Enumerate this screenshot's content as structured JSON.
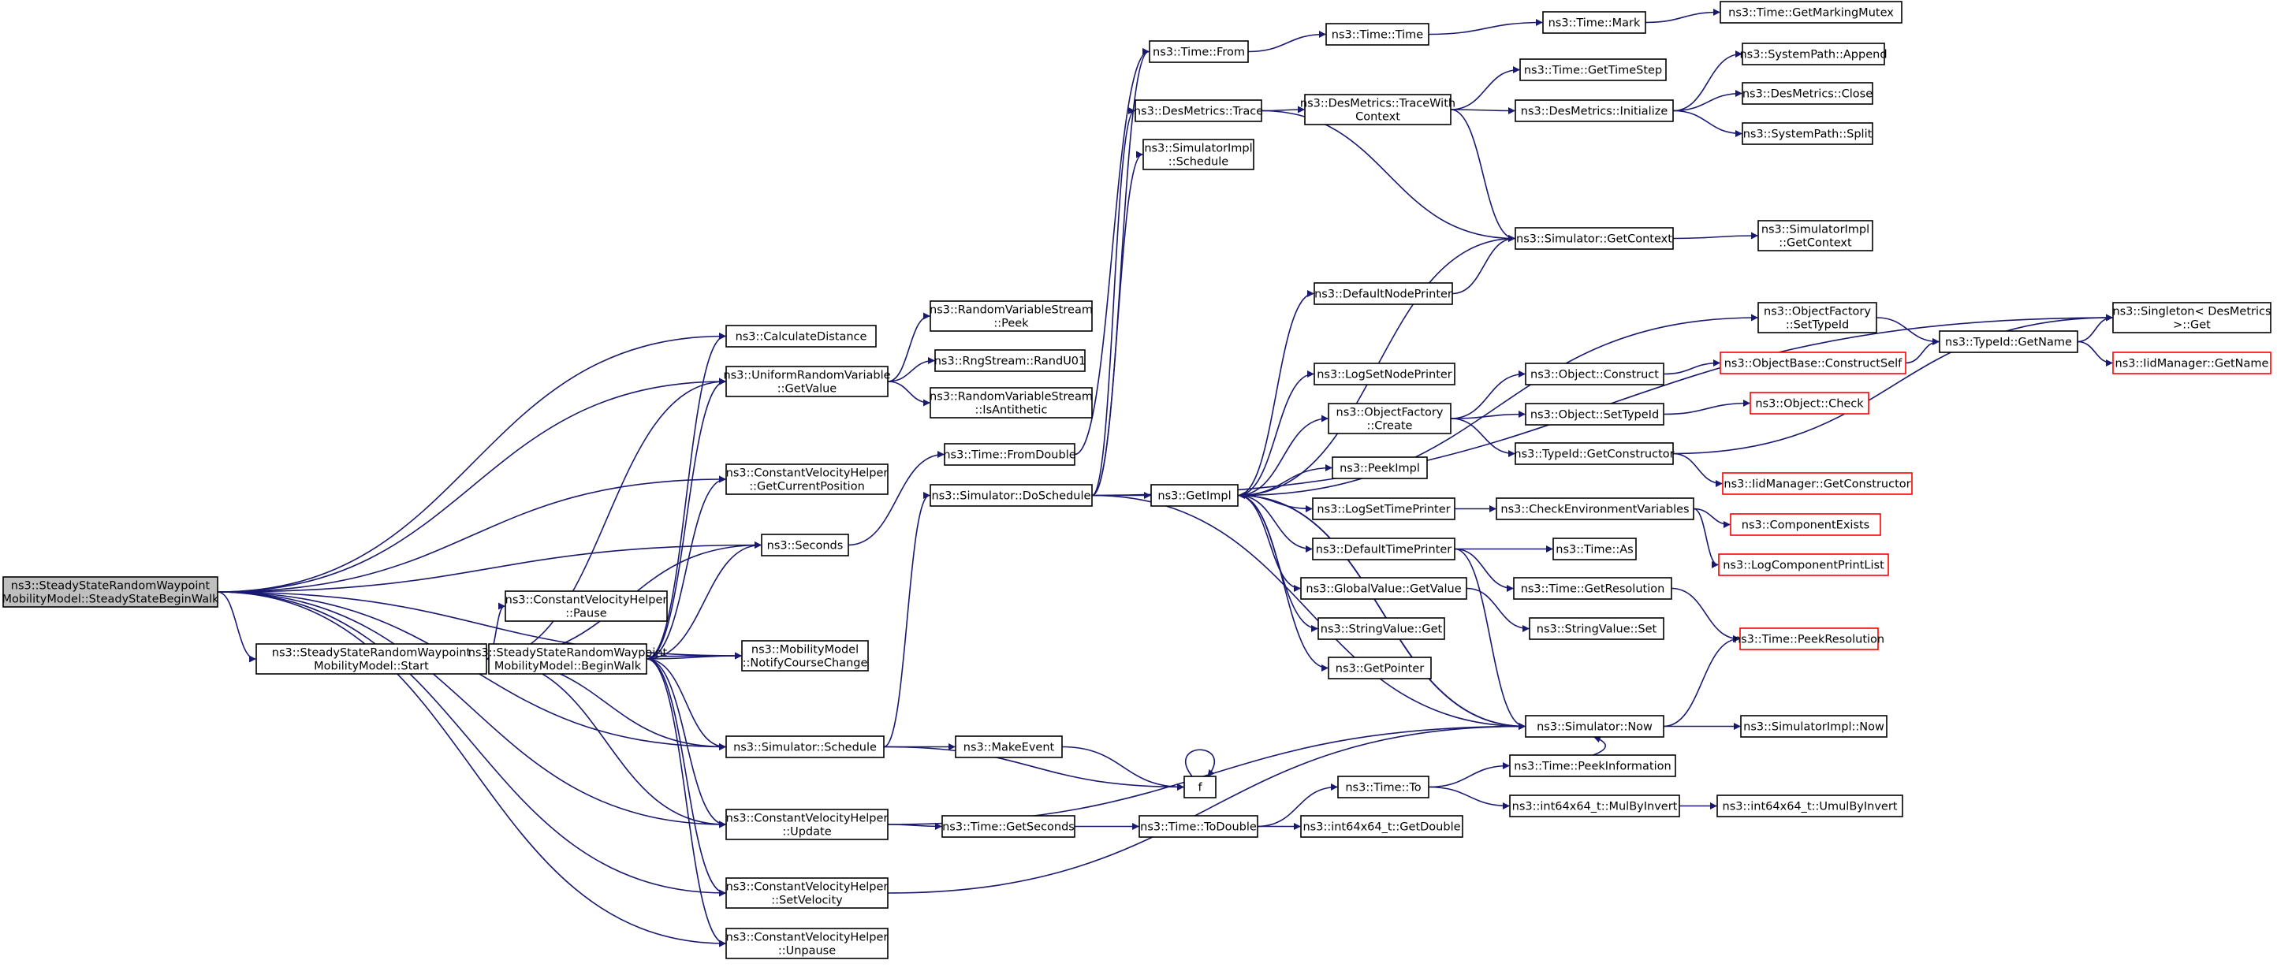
{
  "colors": {
    "edge": "#191970",
    "node_border": "#000000",
    "node_border_unresolved": "#ff0000",
    "node_fill": "#ffffff",
    "focus_fill": "#bfbfbf"
  },
  "nodes": [
    {
      "id": "root",
      "lines": [
        "ns3::SteadyStateRandomWaypoint",
        "MobilityModel::SteadyStateBeginWalk"
      ],
      "kind": "focus"
    },
    {
      "id": "start",
      "lines": [
        "ns3::SteadyStateRandomWaypoint",
        "MobilityModel::Start"
      ],
      "kind": "normal"
    },
    {
      "id": "beginwalk",
      "lines": [
        "ns3::SteadyStateRandomWaypoint",
        "MobilityModel::BeginWalk"
      ],
      "kind": "normal"
    },
    {
      "id": "calcdist",
      "lines": [
        "ns3::CalculateDistance"
      ],
      "kind": "normal"
    },
    {
      "id": "urvget",
      "lines": [
        "ns3::UniformRandomVariable",
        "::GetValue"
      ],
      "kind": "normal"
    },
    {
      "id": "cvhgetpos",
      "lines": [
        "ns3::ConstantVelocityHelper",
        "::GetCurrentPosition"
      ],
      "kind": "normal"
    },
    {
      "id": "seconds",
      "lines": [
        "ns3::Seconds"
      ],
      "kind": "normal"
    },
    {
      "id": "cvhpause",
      "lines": [
        "ns3::ConstantVelocityHelper",
        "::Pause"
      ],
      "kind": "normal"
    },
    {
      "id": "mmnotify",
      "lines": [
        "ns3::MobilityModel",
        "::NotifyCourseChange"
      ],
      "kind": "normal"
    },
    {
      "id": "simschedule",
      "lines": [
        "ns3::Simulator::Schedule"
      ],
      "kind": "normal"
    },
    {
      "id": "cvhupdate",
      "lines": [
        "ns3::ConstantVelocityHelper",
        "::Update"
      ],
      "kind": "normal"
    },
    {
      "id": "cvhsetvel",
      "lines": [
        "ns3::ConstantVelocityHelper",
        "::SetVelocity"
      ],
      "kind": "normal"
    },
    {
      "id": "cvhunpause",
      "lines": [
        "ns3::ConstantVelocityHelper",
        "::Unpause"
      ],
      "kind": "normal"
    },
    {
      "id": "rvspeek",
      "lines": [
        "ns3::RandomVariableStream",
        "::Peek"
      ],
      "kind": "normal"
    },
    {
      "id": "randu01",
      "lines": [
        "ns3::RngStream::RandU01"
      ],
      "kind": "normal"
    },
    {
      "id": "rvsanti",
      "lines": [
        "ns3::RandomVariableStream",
        "::IsAntithetic"
      ],
      "kind": "normal"
    },
    {
      "id": "timefromdouble",
      "lines": [
        "ns3::Time::FromDouble"
      ],
      "kind": "normal"
    },
    {
      "id": "simdoschedule",
      "lines": [
        "ns3::Simulator::DoSchedule"
      ],
      "kind": "normal"
    },
    {
      "id": "makeevent",
      "lines": [
        "ns3::MakeEvent"
      ],
      "kind": "normal"
    },
    {
      "id": "f",
      "lines": [
        "f"
      ],
      "kind": "normal"
    },
    {
      "id": "timegetseconds",
      "lines": [
        "ns3::Time::GetSeconds"
      ],
      "kind": "normal"
    },
    {
      "id": "timetodouble",
      "lines": [
        "ns3::Time::ToDouble"
      ],
      "kind": "normal"
    },
    {
      "id": "timefrom",
      "lines": [
        "ns3::Time::From"
      ],
      "kind": "normal"
    },
    {
      "id": "dmtrace",
      "lines": [
        "ns3::DesMetrics::Trace"
      ],
      "kind": "normal"
    },
    {
      "id": "simimplschedule",
      "lines": [
        "ns3::SimulatorImpl",
        "::Schedule"
      ],
      "kind": "normal"
    },
    {
      "id": "getimpl",
      "lines": [
        "ns3::GetImpl"
      ],
      "kind": "normal"
    },
    {
      "id": "timetime",
      "lines": [
        "ns3::Time::Time"
      ],
      "kind": "normal"
    },
    {
      "id": "dmtracewith",
      "lines": [
        "ns3::DesMetrics::TraceWith",
        "Context"
      ],
      "kind": "normal"
    },
    {
      "id": "defnodeprinter",
      "lines": [
        "ns3::DefaultNodePrinter"
      ],
      "kind": "normal"
    },
    {
      "id": "logsetnodeprinter",
      "lines": [
        "ns3::LogSetNodePrinter"
      ],
      "kind": "normal"
    },
    {
      "id": "ofcreate",
      "lines": [
        "ns3::ObjectFactory",
        "::Create"
      ],
      "kind": "normal"
    },
    {
      "id": "peekimpl",
      "lines": [
        "ns3::PeekImpl"
      ],
      "kind": "normal"
    },
    {
      "id": "logsettimeprinter",
      "lines": [
        "ns3::LogSetTimePrinter"
      ],
      "kind": "normal"
    },
    {
      "id": "deftimeprinter",
      "lines": [
        "ns3::DefaultTimePrinter"
      ],
      "kind": "normal"
    },
    {
      "id": "gvgetvalue",
      "lines": [
        "ns3::GlobalValue::GetValue"
      ],
      "kind": "normal"
    },
    {
      "id": "svget",
      "lines": [
        "ns3::StringValue::Get"
      ],
      "kind": "normal"
    },
    {
      "id": "getpointer",
      "lines": [
        "ns3::GetPointer"
      ],
      "kind": "normal"
    },
    {
      "id": "timeto",
      "lines": [
        "ns3::Time::To"
      ],
      "kind": "normal"
    },
    {
      "id": "i64getdouble",
      "lines": [
        "ns3::int64x64_t::GetDouble"
      ],
      "kind": "normal"
    },
    {
      "id": "timemark",
      "lines": [
        "ns3::Time::Mark"
      ],
      "kind": "normal"
    },
    {
      "id": "timegetstep",
      "lines": [
        "ns3::Time::GetTimeStep"
      ],
      "kind": "normal"
    },
    {
      "id": "dminit",
      "lines": [
        "ns3::DesMetrics::Initialize"
      ],
      "kind": "normal"
    },
    {
      "id": "simgetcontext",
      "lines": [
        "ns3::Simulator::GetContext"
      ],
      "kind": "normal"
    },
    {
      "id": "objconstruct",
      "lines": [
        "ns3::Object::Construct"
      ],
      "kind": "normal"
    },
    {
      "id": "objsettypeid",
      "lines": [
        "ns3::Object::SetTypeId"
      ],
      "kind": "normal"
    },
    {
      "id": "typeidgetctor",
      "lines": [
        "ns3::TypeId::GetConstructor"
      ],
      "kind": "normal"
    },
    {
      "id": "checkenv",
      "lines": [
        "ns3::CheckEnvironmentVariables"
      ],
      "kind": "normal"
    },
    {
      "id": "timeas",
      "lines": [
        "ns3::Time::As"
      ],
      "kind": "normal"
    },
    {
      "id": "timegetres",
      "lines": [
        "ns3::Time::GetResolution"
      ],
      "kind": "normal"
    },
    {
      "id": "svset",
      "lines": [
        "ns3::StringValue::Set"
      ],
      "kind": "normal"
    },
    {
      "id": "simnow",
      "lines": [
        "ns3::Simulator::Now"
      ],
      "kind": "normal"
    },
    {
      "id": "timepeekinfo",
      "lines": [
        "ns3::Time::PeekInformation"
      ],
      "kind": "normal"
    },
    {
      "id": "i64mulbyinv",
      "lines": [
        "ns3::int64x64_t::MulByInvert"
      ],
      "kind": "normal"
    },
    {
      "id": "timegetmutex",
      "lines": [
        "ns3::Time::GetMarkingMutex"
      ],
      "kind": "normal"
    },
    {
      "id": "spappend",
      "lines": [
        "ns3::SystemPath::Append"
      ],
      "kind": "normal"
    },
    {
      "id": "dmclose",
      "lines": [
        "ns3::DesMetrics::Close"
      ],
      "kind": "normal"
    },
    {
      "id": "spsplit",
      "lines": [
        "ns3::SystemPath::Split"
      ],
      "kind": "normal"
    },
    {
      "id": "simimplgetctx",
      "lines": [
        "ns3::SimulatorImpl",
        "::GetContext"
      ],
      "kind": "normal"
    },
    {
      "id": "ofsettypeid",
      "lines": [
        "ns3::ObjectFactory",
        "::SetTypeId"
      ],
      "kind": "normal"
    },
    {
      "id": "typeidgetname",
      "lines": [
        "ns3::TypeId::GetName"
      ],
      "kind": "normal"
    },
    {
      "id": "objbaseconstructself",
      "lines": [
        "ns3::ObjectBase::ConstructSelf"
      ],
      "kind": "unresolved"
    },
    {
      "id": "objcheck",
      "lines": [
        "ns3::Object::Check"
      ],
      "kind": "unresolved"
    },
    {
      "id": "iidmgrgetctor",
      "lines": [
        "ns3::IidManager::GetConstructor"
      ],
      "kind": "unresolved"
    },
    {
      "id": "compexists",
      "lines": [
        "ns3::ComponentExists"
      ],
      "kind": "unresolved"
    },
    {
      "id": "logcompprint",
      "lines": [
        "ns3::LogComponentPrintList"
      ],
      "kind": "unresolved"
    },
    {
      "id": "timepeekres",
      "lines": [
        "ns3::Time::PeekResolution"
      ],
      "kind": "unresolved"
    },
    {
      "id": "simimplnow",
      "lines": [
        "ns3::SimulatorImpl::Now"
      ],
      "kind": "normal"
    },
    {
      "id": "i64umulbyinv",
      "lines": [
        "ns3::int64x64_t::UmulByInvert"
      ],
      "kind": "normal"
    },
    {
      "id": "singletonget",
      "lines": [
        "ns3::Singleton< DesMetrics",
        " >::Get"
      ],
      "kind": "normal"
    },
    {
      "id": "iidmgrgetname",
      "lines": [
        "ns3::IidManager::GetName"
      ],
      "kind": "unresolved"
    }
  ],
  "edges": [
    [
      "root",
      "calcdist"
    ],
    [
      "root",
      "urvget"
    ],
    [
      "root",
      "cvhgetpos"
    ],
    [
      "root",
      "seconds"
    ],
    [
      "root",
      "mmnotify"
    ],
    [
      "root",
      "start"
    ],
    [
      "root",
      "simschedule"
    ],
    [
      "root",
      "cvhupdate"
    ],
    [
      "root",
      "cvhsetvel"
    ],
    [
      "root",
      "cvhunpause"
    ],
    [
      "start",
      "urvget"
    ],
    [
      "start",
      "seconds"
    ],
    [
      "start",
      "cvhpause"
    ],
    [
      "start",
      "beginwalk"
    ],
    [
      "start",
      "mmnotify"
    ],
    [
      "start",
      "simschedule"
    ],
    [
      "start",
      "cvhupdate"
    ],
    [
      "beginwalk",
      "start"
    ],
    [
      "beginwalk",
      "calcdist"
    ],
    [
      "beginwalk",
      "urvget"
    ],
    [
      "beginwalk",
      "cvhgetpos"
    ],
    [
      "beginwalk",
      "seconds"
    ],
    [
      "beginwalk",
      "mmnotify"
    ],
    [
      "beginwalk",
      "simschedule"
    ],
    [
      "beginwalk",
      "cvhupdate"
    ],
    [
      "beginwalk",
      "cvhsetvel"
    ],
    [
      "beginwalk",
      "cvhunpause"
    ],
    [
      "urvget",
      "rvspeek"
    ],
    [
      "urvget",
      "randu01"
    ],
    [
      "urvget",
      "rvsanti"
    ],
    [
      "seconds",
      "timefromdouble"
    ],
    [
      "simschedule",
      "simdoschedule"
    ],
    [
      "simschedule",
      "makeevent"
    ],
    [
      "simschedule",
      "f"
    ],
    [
      "cvhupdate",
      "timegetseconds"
    ],
    [
      "cvhupdate",
      "simnow"
    ],
    [
      "cvhsetvel",
      "simnow"
    ],
    [
      "timefromdouble",
      "timefrom"
    ],
    [
      "simdoschedule",
      "timefrom"
    ],
    [
      "simdoschedule",
      "dmtrace"
    ],
    [
      "simdoschedule",
      "simimplschedule"
    ],
    [
      "simdoschedule",
      "getimpl"
    ],
    [
      "simdoschedule",
      "singletonget"
    ],
    [
      "simdoschedule",
      "simnow"
    ],
    [
      "makeevent",
      "f"
    ],
    [
      "f",
      "f"
    ],
    [
      "timegetseconds",
      "timetodouble"
    ],
    [
      "timetodouble",
      "timeto"
    ],
    [
      "timetodouble",
      "i64getdouble"
    ],
    [
      "timefrom",
      "timetime"
    ],
    [
      "timetime",
      "timemark"
    ],
    [
      "timemark",
      "timegetmutex"
    ],
    [
      "dmtrace",
      "dmtracewith"
    ],
    [
      "dmtrace",
      "simgetcontext"
    ],
    [
      "dmtracewith",
      "timegetstep"
    ],
    [
      "dmtracewith",
      "dminit"
    ],
    [
      "dmtracewith",
      "simgetcontext"
    ],
    [
      "dminit",
      "spappend"
    ],
    [
      "dminit",
      "dmclose"
    ],
    [
      "dminit",
      "spsplit"
    ],
    [
      "simgetcontext",
      "getimpl"
    ],
    [
      "simgetcontext",
      "simimplgetctx"
    ],
    [
      "defnodeprinter",
      "simgetcontext"
    ],
    [
      "getimpl",
      "defnodeprinter"
    ],
    [
      "getimpl",
      "ofsettypeid"
    ],
    [
      "getimpl",
      "logsetnodeprinter"
    ],
    [
      "getimpl",
      "ofcreate"
    ],
    [
      "getimpl",
      "peekimpl"
    ],
    [
      "getimpl",
      "logsettimeprinter"
    ],
    [
      "getimpl",
      "deftimeprinter"
    ],
    [
      "getimpl",
      "gvgetvalue"
    ],
    [
      "getimpl",
      "svget"
    ],
    [
      "getimpl",
      "getpointer"
    ],
    [
      "getimpl",
      "simnow"
    ],
    [
      "ofsettypeid",
      "typeidgetname"
    ],
    [
      "ofcreate",
      "objconstruct"
    ],
    [
      "ofcreate",
      "objsettypeid"
    ],
    [
      "ofcreate",
      "typeidgetctor"
    ],
    [
      "objconstruct",
      "objbaseconstructself"
    ],
    [
      "objbaseconstructself",
      "typeidgetname"
    ],
    [
      "objsettypeid",
      "objcheck"
    ],
    [
      "typeidgetctor",
      "iidmgrgetctor"
    ],
    [
      "typeidgetctor",
      "singletonget"
    ],
    [
      "typeidgetname",
      "singletonget"
    ],
    [
      "typeidgetname",
      "iidmgrgetname"
    ],
    [
      "logsettimeprinter",
      "checkenv"
    ],
    [
      "checkenv",
      "compexists"
    ],
    [
      "checkenv",
      "logcompprint"
    ],
    [
      "deftimeprinter",
      "timeas"
    ],
    [
      "deftimeprinter",
      "timegetres"
    ],
    [
      "deftimeprinter",
      "simnow"
    ],
    [
      "timegetres",
      "timepeekres"
    ],
    [
      "gvgetvalue",
      "svset"
    ],
    [
      "simnow",
      "getimpl"
    ],
    [
      "simnow",
      "simimplnow"
    ],
    [
      "simnow",
      "timepeekres"
    ],
    [
      "timeto",
      "timepeekinfo"
    ],
    [
      "timeto",
      "i64mulbyinv"
    ],
    [
      "timepeekinfo",
      "simnow"
    ],
    [
      "i64mulbyinv",
      "i64umulbyinv"
    ]
  ]
}
